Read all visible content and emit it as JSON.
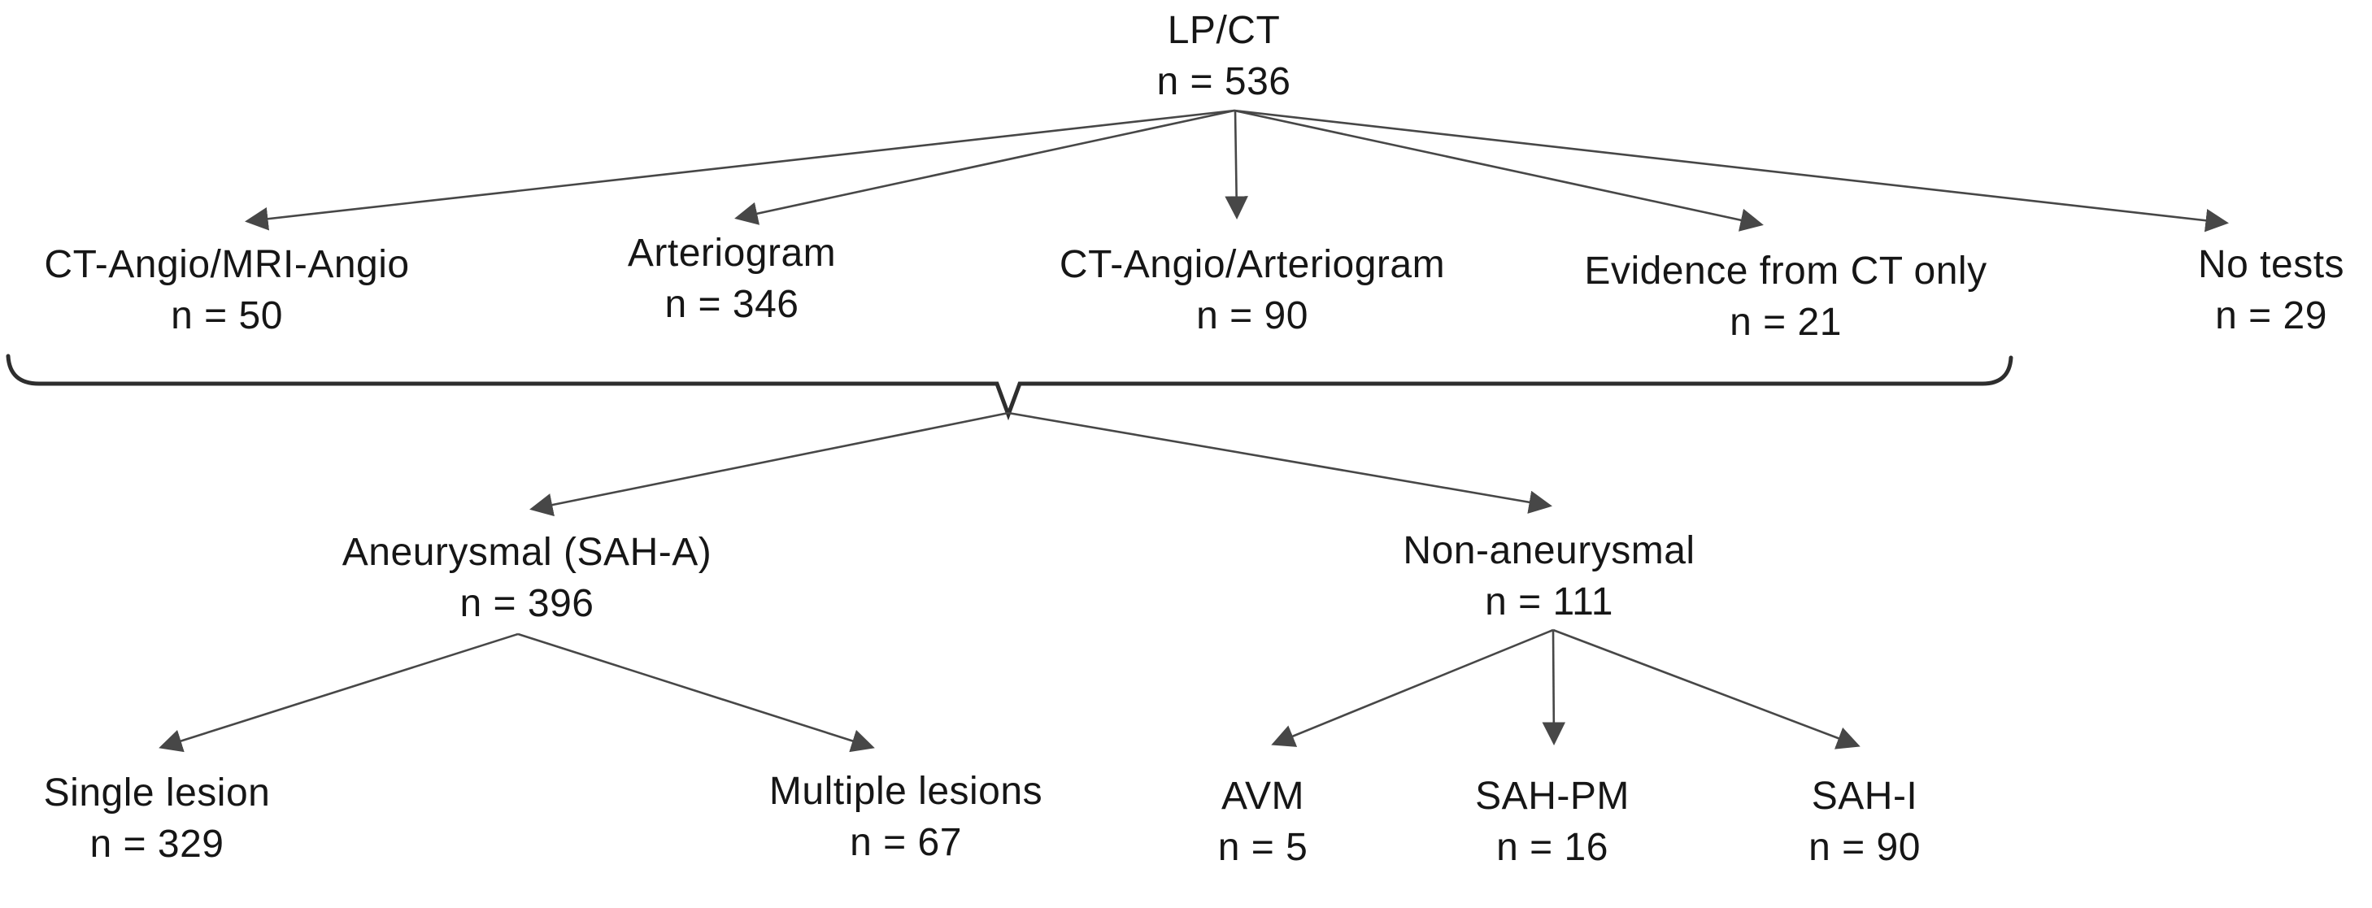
{
  "colors": {
    "text": "#161616",
    "line": "#474747",
    "bracket": "#2e2e2e",
    "background": "#ffffff"
  },
  "diagram": {
    "root": {
      "label": "LP/CT",
      "n": "n = 536"
    },
    "tests": [
      {
        "label": "CT-Angio/MRI-Angio",
        "n": "n = 50"
      },
      {
        "label": "Arteriogram",
        "n": "n = 346"
      },
      {
        "label": "CT-Angio/Arteriogram",
        "n": "n = 90"
      },
      {
        "label": "Evidence from CT only",
        "n": "n = 21"
      },
      {
        "label": "No tests",
        "n": "n = 29"
      }
    ],
    "diagnosis": [
      {
        "label": "Aneurysmal (SAH-A)",
        "n": "n = 396"
      },
      {
        "label": "Non-aneurysmal",
        "n": "n = 111"
      }
    ],
    "aneurysmal_children": [
      {
        "label": "Single lesion",
        "n": "n = 329"
      },
      {
        "label": "Multiple lesions",
        "n": "n = 67"
      }
    ],
    "non_aneurysmal_children": [
      {
        "label": "AVM",
        "n": "n = 5"
      },
      {
        "label": "SAH-PM",
        "n": "n = 16"
      },
      {
        "label": "SAH-I",
        "n": "n = 90"
      }
    ]
  }
}
